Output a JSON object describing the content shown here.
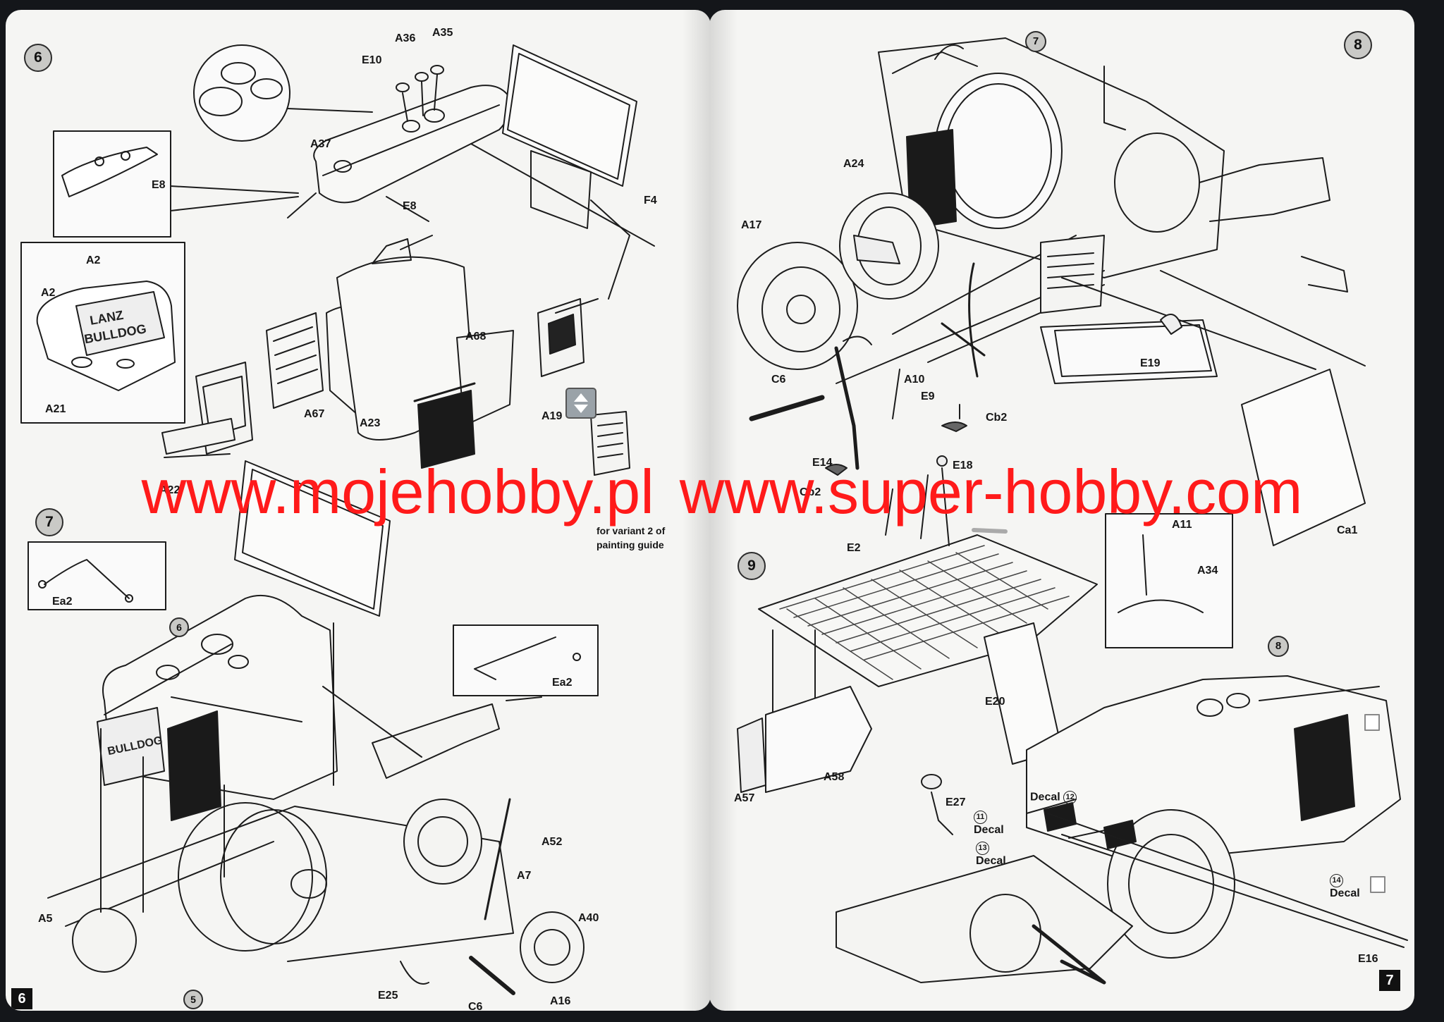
{
  "left_page": {
    "page_number": "6",
    "steps": [
      {
        "number": "6"
      },
      {
        "number": "7"
      }
    ],
    "step6_labels": {
      "E10": "E10",
      "A36": "A36",
      "A35": "A35",
      "A37": "A37",
      "E8_detail": "E8",
      "E8_main": "E8",
      "F4": "F4",
      "A2_top": "A2",
      "A2_left": "A2",
      "A21": "A21",
      "A67": "A67",
      "A23": "A23",
      "A68": "A68",
      "A19": "A19",
      "A22": "A22",
      "variant_note_1": "for variant 2 of",
      "variant_note_2": "painting guide"
    },
    "step7_labels": {
      "Ea2_left": "Ea2",
      "Ea2_right": "Ea2",
      "sub6": "6",
      "sub5": "5",
      "A5": "A5",
      "A52": "A52",
      "A7": "A7",
      "A40": "A40",
      "E25": "E25",
      "C6": "C6",
      "A16": "A16"
    }
  },
  "right_page": {
    "page_number": "7",
    "steps": [
      {
        "number": "8"
      },
      {
        "number": "9"
      }
    ],
    "step8_labels": {
      "sub7": "7",
      "A24": "A24",
      "A17": "A17",
      "C6": "C6",
      "E14": "E14",
      "Cb2_left": "Cb2",
      "A10": "A10",
      "E9": "E9",
      "Cb2": "Cb2",
      "E19": "E19",
      "Ca1": "Ca1"
    },
    "step9_labels": {
      "E18": "E18",
      "E2": "E2",
      "A11": "A11",
      "A34": "A34",
      "sub8": "8",
      "A57": "A57",
      "A58": "A58",
      "E20": "E20",
      "E27": "E27",
      "E16": "E16",
      "decal_word": "Decal",
      "decal_11": "11",
      "decal_12": "12",
      "decal_13": "13",
      "decal_14": "14"
    }
  },
  "watermark": {
    "left_text": "www.mojehobby.pl",
    "right_text": "www.super-hobby.com",
    "color": "#ff1a1a"
  }
}
